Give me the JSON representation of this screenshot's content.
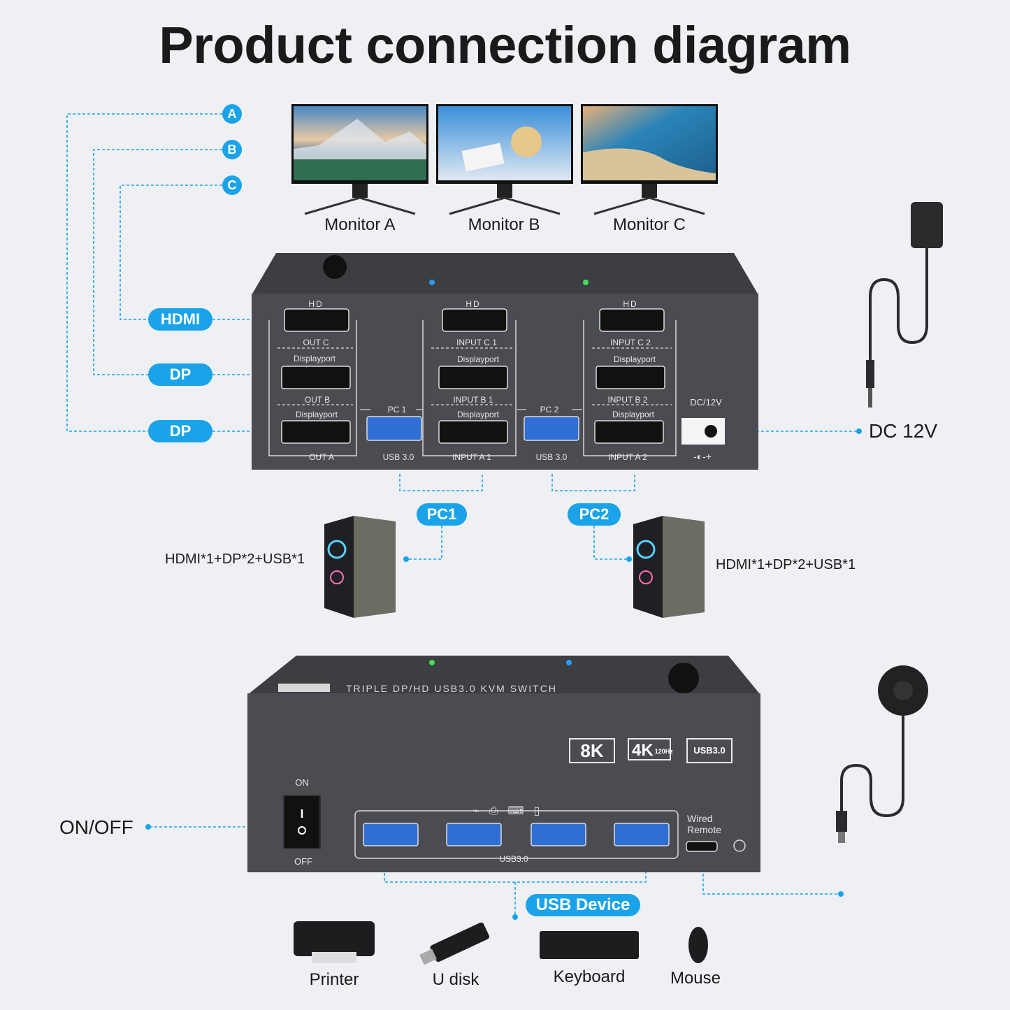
{
  "title": "Product connection diagram",
  "circles": [
    "A",
    "B",
    "C"
  ],
  "monitors": [
    "Monitor A",
    "Monitor B",
    "Monitor C"
  ],
  "left_pills": [
    "HDMI",
    "DP",
    "DP"
  ],
  "dc_label": "DC 12V",
  "rear_panel": {
    "hd_labels": [
      "HD",
      "HD",
      "HD"
    ],
    "out_c": "OUT C",
    "out_b": "OUT B",
    "out_a": "OUT A",
    "displayport": "Displayport",
    "input_c1": "INPUT C 1",
    "input_c2": "INPUT C 2",
    "input_b1": "INPUT B 1",
    "input_b2": "INPUT B 2",
    "input_a1": "INPUT A 1",
    "input_a2": "INPUT A 2",
    "pc1": "PC 1",
    "pc2": "PC 2",
    "usb30": "USB 3.0",
    "dc12v": "DC/12V",
    "polarity": "-◐-+"
  },
  "pc_pills": [
    "PC1",
    "PC2"
  ],
  "pc_spec": "HDMI*1+DP*2+USB*1",
  "front_panel": {
    "header_text": "TRIPLE DP/HD USB3.0 KVM SWITCH",
    "badges": [
      "8K",
      "4K",
      "120Hz",
      "USB3.0"
    ],
    "on": "ON",
    "off": "OFF",
    "usb30": "USB3.0",
    "wired_remote": "Wired\nRemote"
  },
  "on_off_label": "ON/OFF",
  "usb_device_pill": "USB Device",
  "devices": [
    "Printer",
    "U disk",
    "Keyboard",
    "Mouse"
  ],
  "colors": {
    "accent": "#1aa3e8",
    "device_body": "#4a4c51",
    "device_dark": "#2f3034"
  }
}
